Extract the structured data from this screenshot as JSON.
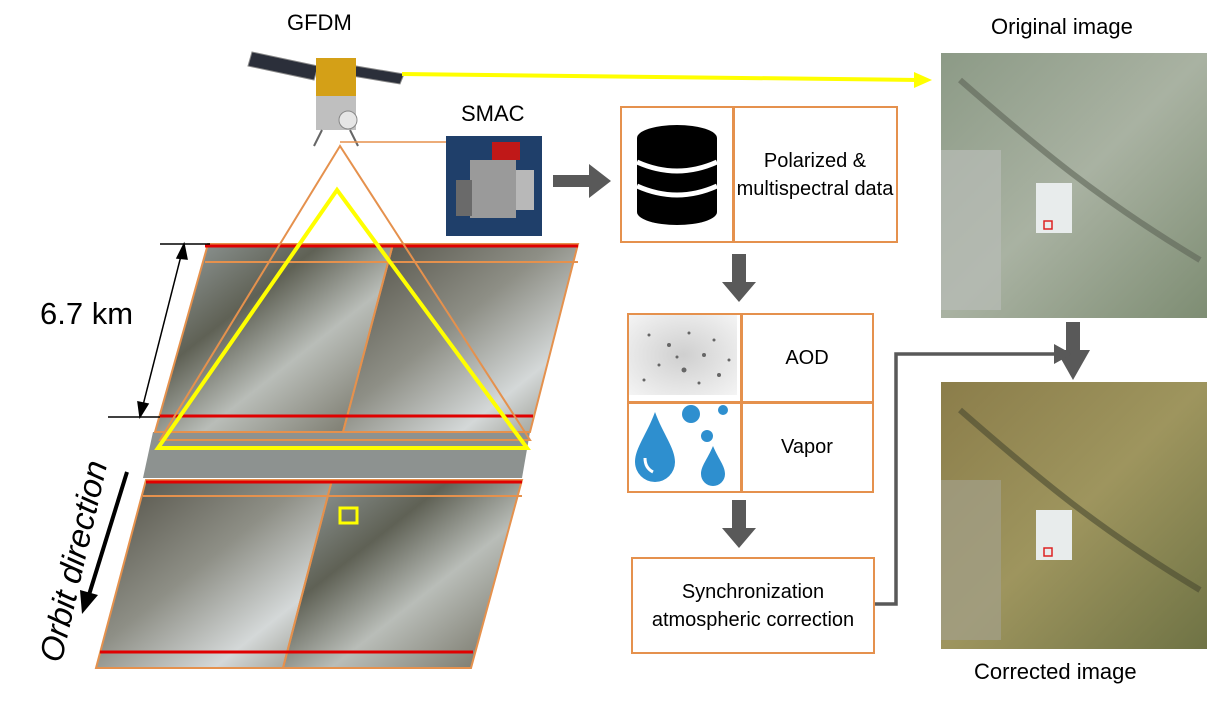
{
  "satellite": {
    "label": "GFDM",
    "icon": "satellite-icon"
  },
  "instrument": {
    "label": "SMAC",
    "icon": "smac-instrument-icon"
  },
  "swath_height": "6.7 km",
  "orbit_direction": "Orbit direction",
  "data_box": {
    "label": "Polarized & multispectral data",
    "icon": "database-icon"
  },
  "aod_box": {
    "label": "AOD",
    "icon": "aerosol-texture-icon"
  },
  "vapor_box": {
    "label": "Vapor",
    "icon": "water-drops-icon"
  },
  "correction_box": {
    "label": "Synchronization atmospheric correction"
  },
  "original_image": {
    "label": "Original image"
  },
  "corrected_image": {
    "label": "Corrected image"
  },
  "colors": {
    "frame": "#e5914d",
    "highlight": "#ffff00",
    "arrow": "#595959",
    "scene_edge": "#e00000",
    "drop": "#2e8fcf"
  }
}
